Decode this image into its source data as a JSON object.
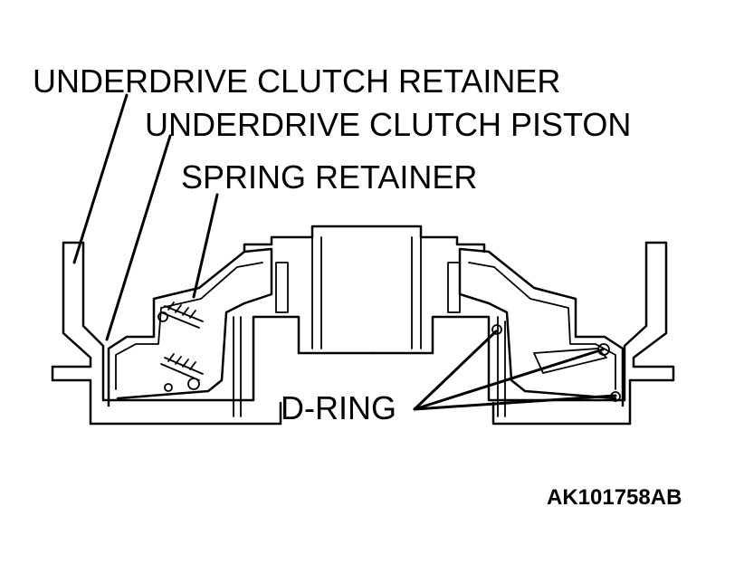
{
  "labels": {
    "retainer": "UNDERDRIVE CLUTCH RETAINER",
    "piston": "UNDERDRIVE CLUTCH PISTON",
    "spring_retainer": "SPRING RETAINER",
    "d_ring": "D-RING"
  },
  "figure_code": "AK101758AB",
  "colors": {
    "ink": "#000000",
    "paper": "#ffffff"
  }
}
